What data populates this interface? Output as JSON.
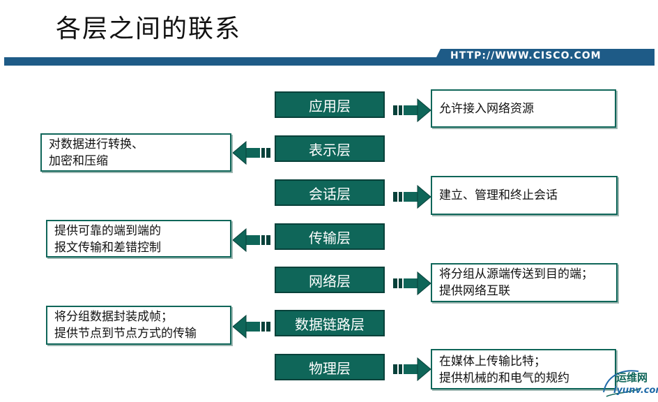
{
  "title": "各层之间的联系",
  "url": "HTTP://WWW.CISCO.COM",
  "layers": [
    "应用层",
    "表示层",
    "会话层",
    "传输层",
    "网络层",
    "数据链路层",
    "物理层"
  ],
  "descriptions": {
    "application": [
      "允许接入网络资源"
    ],
    "presentation": [
      "对数据进行转换、",
      "加密和压缩"
    ],
    "session": [
      "建立、管理和终止会话"
    ],
    "transport": [
      "提供可靠的端到端的",
      "报文传输和差错控制"
    ],
    "network": [
      "将分组从源端传送到目的端；",
      "提供网络互联"
    ],
    "datalink": [
      "将分组数据封装成帧；",
      "提供节点到节点方式的传输"
    ],
    "physical": [
      "在媒体上传输比特；",
      "提供机械的和电气的规约"
    ]
  },
  "watermark": {
    "line1": "运维网",
    "line2": "iyunv.com"
  },
  "colors": {
    "layer_fill": "#0f6659",
    "layer_border": "#08413a",
    "bar": "#1e5b87"
  }
}
